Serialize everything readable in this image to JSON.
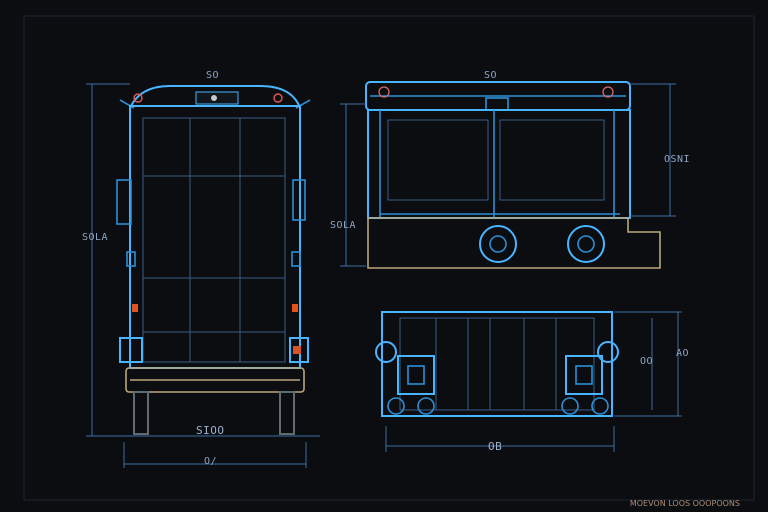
{
  "labels": {
    "front_top": "SO",
    "front_side": "SOLA",
    "front_bottom_1": "SIOO",
    "front_bottom_2": "O/",
    "side_top": "SO",
    "side_right": "OSNI",
    "side_left": "SOLA",
    "plan_right_1": "OO",
    "plan_right_2": "AO",
    "plan_bottom": "OB"
  },
  "footer": "MOEVON LOOS OOOPOONS",
  "colors": {
    "background": "#0b0d10",
    "line_blue": "#2c8fd6",
    "line_bright": "#49b4ff",
    "accent_orange": "#e2541c",
    "accent_tan": "#b9a77c"
  }
}
